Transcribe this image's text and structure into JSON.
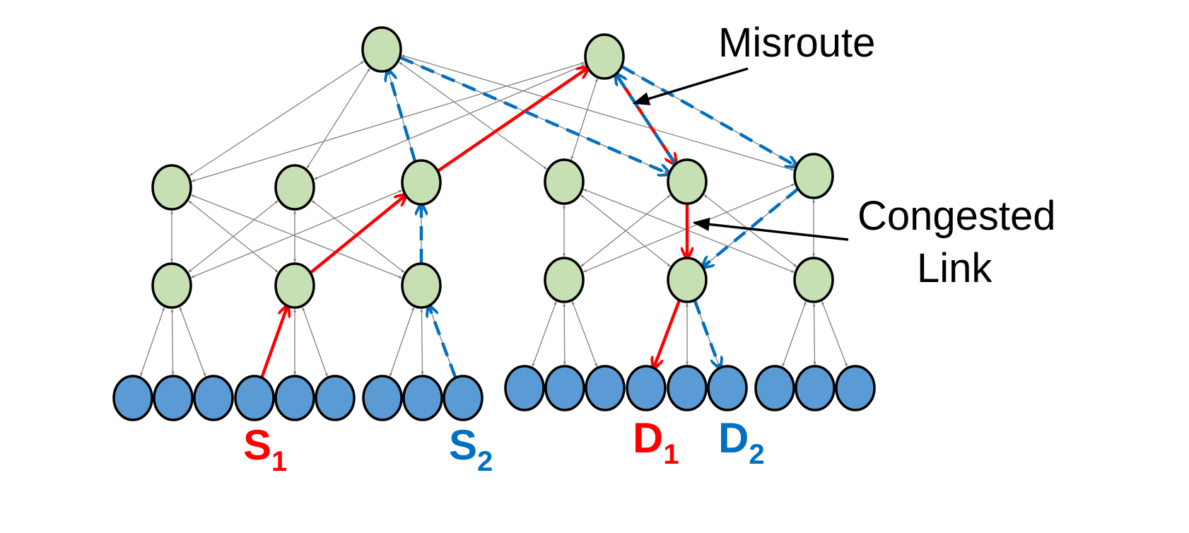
{
  "annotations": {
    "misroute": "Misroute",
    "congested_line1": "Congested",
    "congested_line2": "Link"
  },
  "endpoints": {
    "s1": {
      "letter": "S",
      "sub": "1"
    },
    "s2": {
      "letter": "S",
      "sub": "2"
    },
    "d1": {
      "letter": "D",
      "sub": "1"
    },
    "d2": {
      "letter": "D",
      "sub": "2"
    }
  },
  "colors": {
    "switch_fill": "#c6e0b4",
    "host_fill": "#5b9bd5",
    "node_stroke": "#000000",
    "link": "#808080",
    "path_1": "#ff0000",
    "path_2": "#0070c0",
    "annotation_arrow": "#000000"
  },
  "topology": {
    "levels": [
      "core",
      "aggregation",
      "edge",
      "host"
    ],
    "core_count": 2,
    "aggregation_count": 6,
    "edge_count": 6,
    "hosts_per_edge": 3,
    "path_1_style": "solid",
    "path_2_style": "dashed"
  }
}
